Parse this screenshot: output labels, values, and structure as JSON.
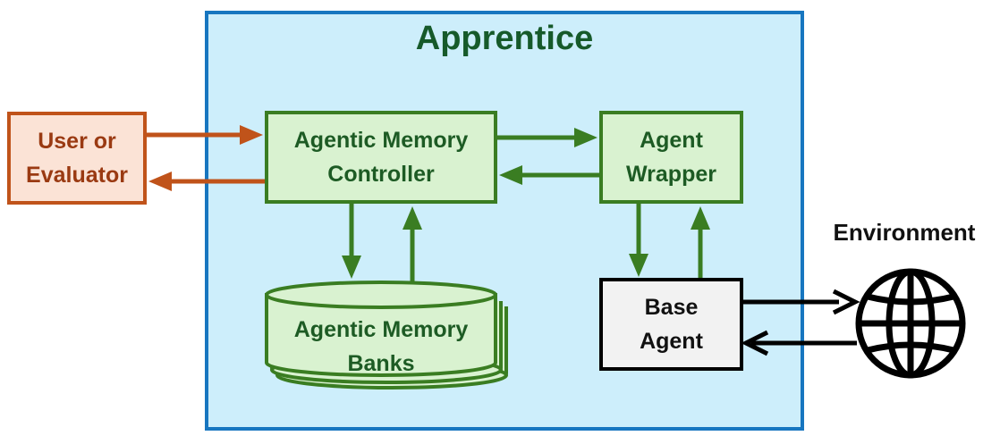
{
  "title": "Apprentice",
  "user_evaluator": {
    "label": "User or\nEvaluator"
  },
  "controller": {
    "label": "Agentic Memory\nController"
  },
  "wrapper": {
    "label": "Agent\nWrapper"
  },
  "memory_banks": {
    "label": "Agentic Memory\nBanks"
  },
  "base_agent": {
    "label": "Base\nAgent"
  },
  "environment": {
    "label": "Environment",
    "icon": "globe-icon"
  },
  "colors": {
    "frame_border": "#1776c0",
    "frame_fill": "#cdeefb",
    "green": "#3a7d22",
    "orange": "#c0531a",
    "black": "#000000"
  }
}
